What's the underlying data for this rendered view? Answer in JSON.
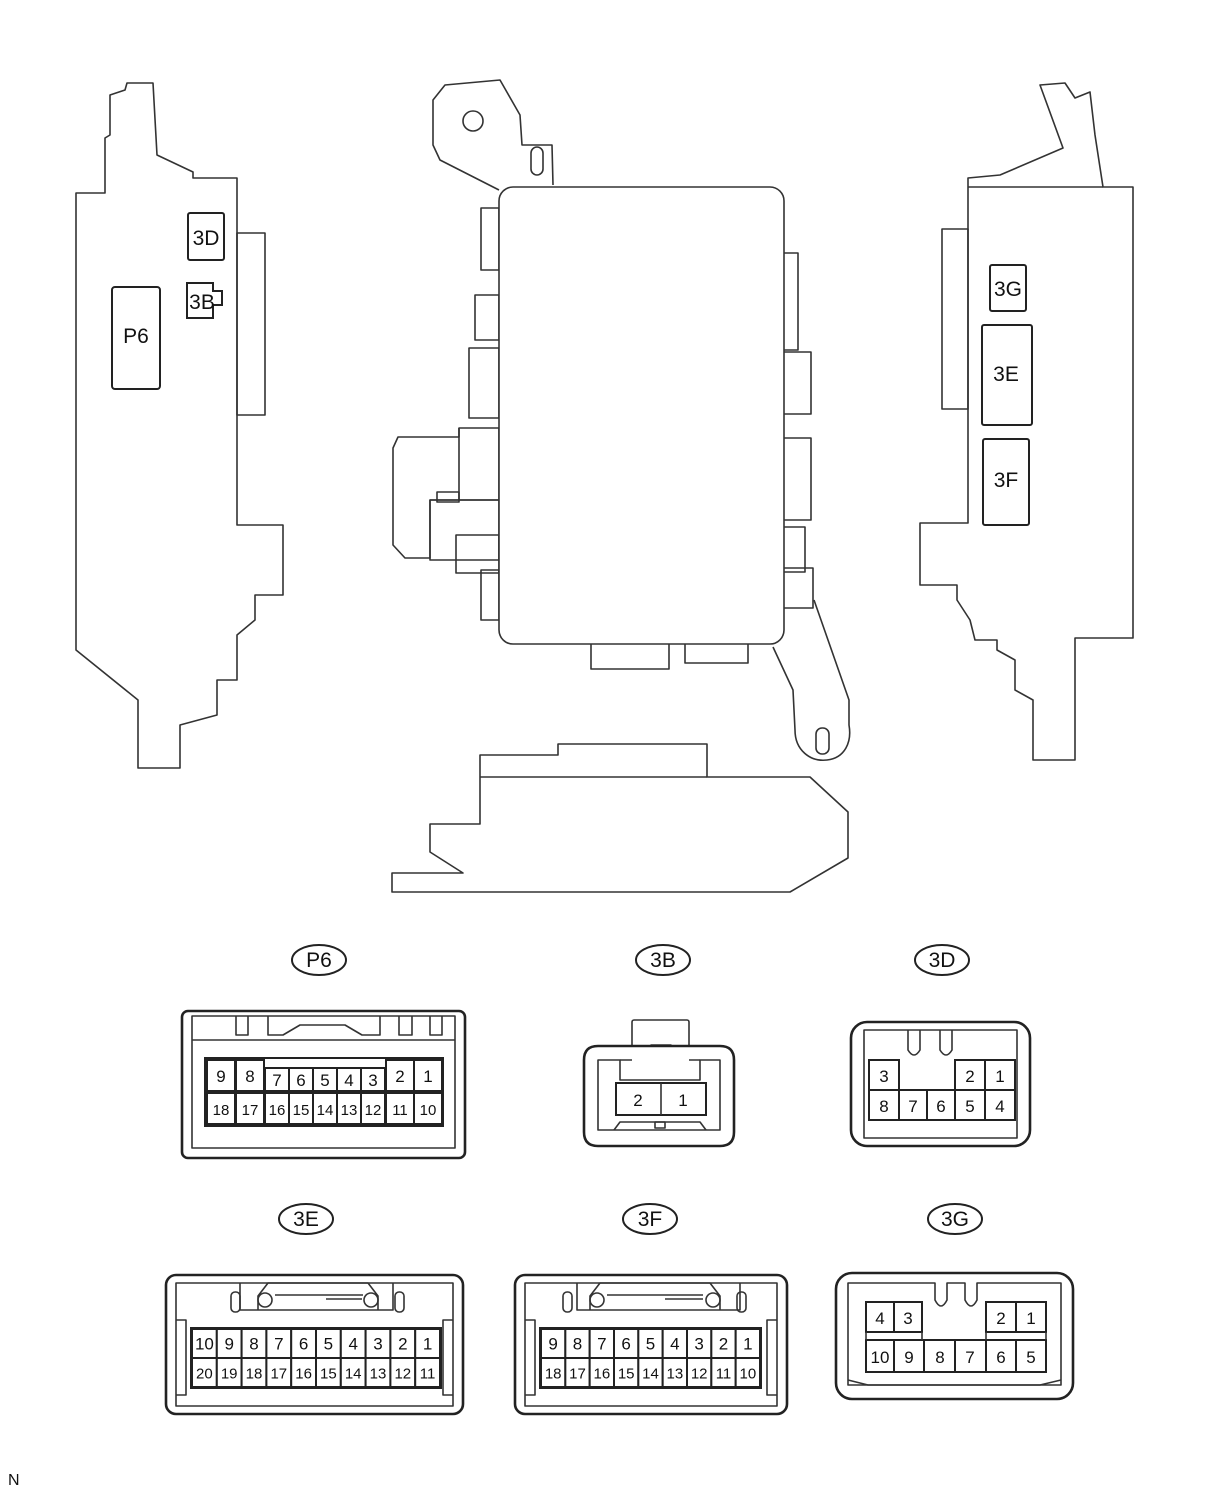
{
  "footer_code": "N",
  "locator": {
    "left": {
      "p6": "P6",
      "d3": "3D",
      "b3": "3B"
    },
    "right": {
      "g3": "3G",
      "e3": "3E",
      "f3": "3F"
    }
  },
  "connectors": {
    "P6": {
      "title": "P6",
      "top": [
        "9",
        "8",
        "7",
        "6",
        "5",
        "4",
        "3",
        "2",
        "1"
      ],
      "bottom": [
        "18",
        "17",
        "16",
        "15",
        "14",
        "13",
        "12",
        "11",
        "10"
      ]
    },
    "3B": {
      "title": "3B",
      "pins": [
        "2",
        "1"
      ]
    },
    "3D": {
      "title": "3D",
      "top": [
        "3",
        "2",
        "1"
      ],
      "bottom": [
        "8",
        "7",
        "6",
        "5",
        "4"
      ]
    },
    "3E": {
      "title": "3E",
      "top": [
        "10",
        "9",
        "8",
        "7",
        "6",
        "5",
        "4",
        "3",
        "2",
        "1"
      ],
      "bottom": [
        "20",
        "19",
        "18",
        "17",
        "16",
        "15",
        "14",
        "13",
        "12",
        "11"
      ]
    },
    "3F": {
      "title": "3F",
      "top": [
        "9",
        "8",
        "7",
        "6",
        "5",
        "4",
        "3",
        "2",
        "1"
      ],
      "bottom": [
        "18",
        "17",
        "16",
        "15",
        "14",
        "13",
        "12",
        "11",
        "10"
      ]
    },
    "3G": {
      "title": "3G",
      "top": [
        "4",
        "3",
        "2",
        "1"
      ],
      "bottom": [
        "10",
        "9",
        "8",
        "7",
        "6",
        "5"
      ]
    }
  }
}
